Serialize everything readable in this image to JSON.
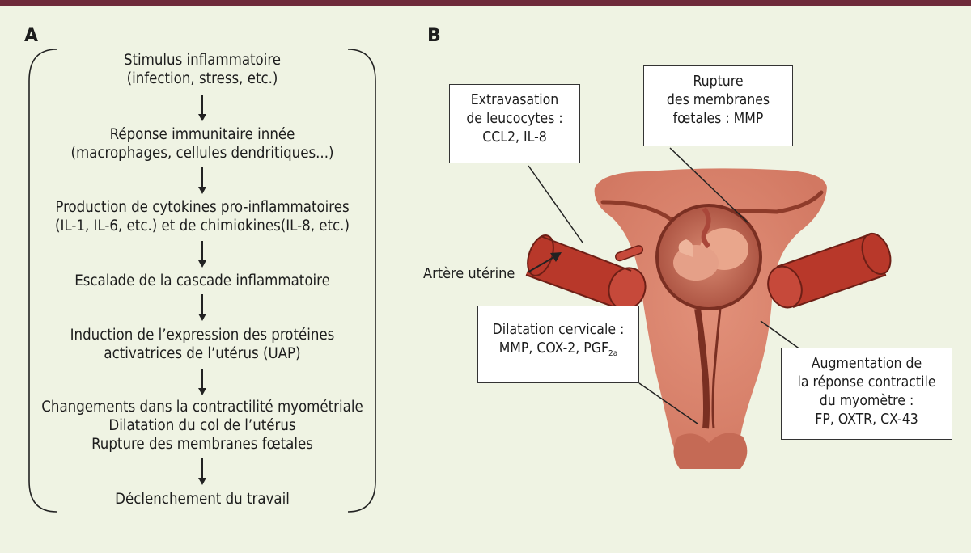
{
  "panel_a": {
    "letter": "A",
    "steps": [
      {
        "line1": "Stimulus inflammatoire",
        "line2": "(infection, stress, etc.)"
      },
      {
        "line1": "Réponse immunitaire innée",
        "line2": "(macrophages, cellules dendritiques...)"
      },
      {
        "line1": "Production de cytokines pro-inflammatoires",
        "line2": "(IL-1, IL-6, etc.) et de chimiokines(IL-8, etc.)"
      },
      {
        "line1": "Escalade de la cascade inflammatoire"
      },
      {
        "line1": "Induction de l’expression des protéines",
        "line2": "activatrices de l’utérus (UAP)"
      },
      {
        "line1": "Changements dans la contractilité myométriale",
        "line2": "Dilatation du col de l’utérus",
        "line3": "Rupture des membranes fœtales"
      },
      {
        "line1": "Déclenchement du travail"
      }
    ]
  },
  "panel_b": {
    "letter": "B",
    "box_extravasation": {
      "line1": "Extravasation",
      "line2": "de leucocytes :",
      "line3": "CCL2, IL-8"
    },
    "box_rupture": {
      "line1": "Rupture",
      "line2": "des membranes",
      "line3": "fœtales : MMP"
    },
    "box_dilatation": {
      "line1": "Dilatation cervicale :",
      "line2_main": "MMP, COX-2, PGF",
      "line2_sub": "2a"
    },
    "box_augmentation": {
      "line1": "Augmentation de",
      "line2": "la réponse contractile",
      "line3": "du myomètre :",
      "line4": "FP, OXTR, CX-43"
    },
    "label_artery": "Artère utérine"
  },
  "colors": {
    "background": "#eff3e3",
    "top_bar": "#6e2a3a",
    "uterus": "#d98068",
    "uterus_dark": "#8e3b2a",
    "artery": "#b8382a"
  }
}
